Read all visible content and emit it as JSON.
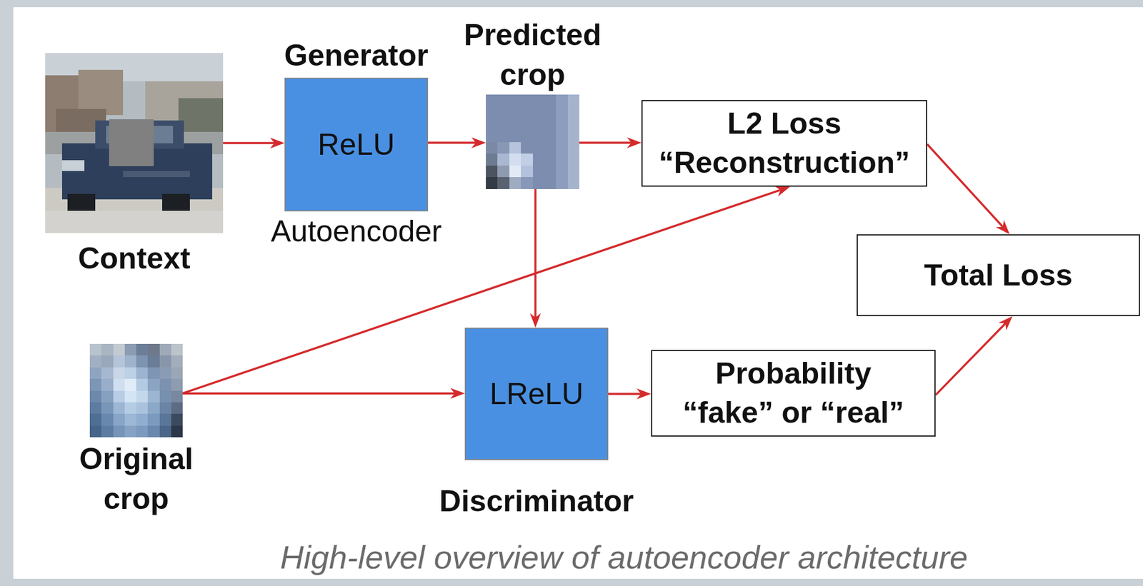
{
  "diagram": {
    "caption": "High-level overview of autoencoder architecture",
    "nodes": [
      {
        "text": [
          "Context"
        ]
      },
      {
        "text": [
          "Generator",
          "ReLU",
          "Autoencoder"
        ]
      },
      {
        "text": [
          "Predicted crop"
        ]
      },
      {
        "text": [
          "L2 Loss",
          "“Reconstruction”"
        ]
      },
      {
        "text": [
          "Total Loss"
        ]
      },
      {
        "text": [
          "Original crop"
        ]
      },
      {
        "text": [
          "LReLU",
          "Discriminator"
        ]
      },
      {
        "text": [
          "Probability",
          "“fake” or “real”"
        ]
      }
    ],
    "edges": [
      {
        "from": 0,
        "to": 1,
        "arrow": "to"
      },
      {
        "from": 1,
        "to": 2,
        "arrow": "to"
      },
      {
        "from": 2,
        "to": 3,
        "arrow": "to"
      },
      {
        "from": 2,
        "to": 6,
        "arrow": "to"
      },
      {
        "from": 5,
        "to": 3,
        "arrow": "to"
      },
      {
        "from": 5,
        "to": 6,
        "arrow": "to"
      },
      {
        "from": 6,
        "to": 7,
        "arrow": "to"
      },
      {
        "from": 3,
        "to": 4,
        "arrow": "to"
      },
      {
        "from": 7,
        "to": 4,
        "arrow": "to"
      }
    ]
  }
}
